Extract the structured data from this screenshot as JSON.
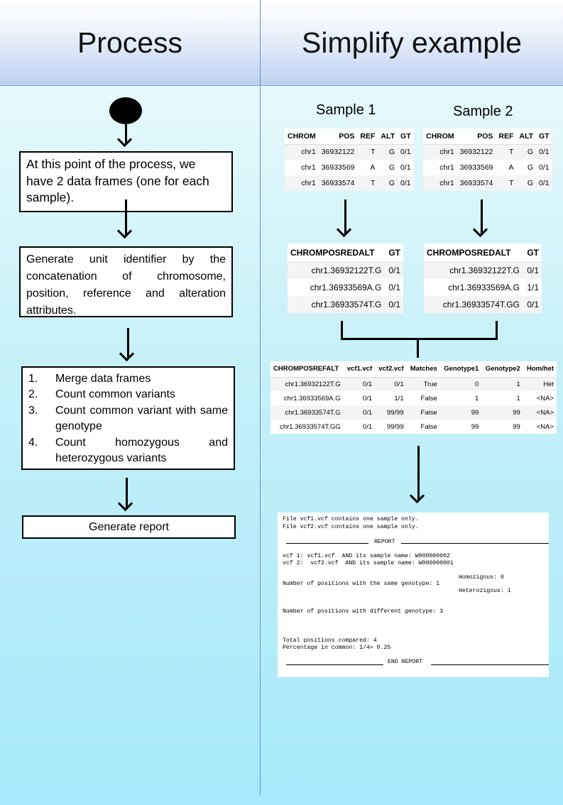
{
  "headers": {
    "left": "Process",
    "right": "Simplify example"
  },
  "process": {
    "step1": "At this point of the process, we have 2 data frames (one for each sample).",
    "step2": "Generate unit identifier by the concatenation of chromosome, position, reference and alteration attributes.",
    "step3": [
      {
        "num": "1.",
        "text": "Merge data frames"
      },
      {
        "num": "2.",
        "text": "Count common variants"
      },
      {
        "num": "3.",
        "text": "Count common variant with same genotype"
      },
      {
        "num": "4.",
        "text": "Count homozygous and heterozygous variants"
      }
    ],
    "step4": "Generate report"
  },
  "samples": {
    "sample1_label": "Sample 1",
    "sample2_label": "Sample 2",
    "raw_columns": [
      "CHROM",
      "POS",
      "REF",
      "ALT",
      "GT"
    ],
    "sample1_raw": [
      [
        "chr1",
        "36932122",
        "T",
        "G",
        "0/1"
      ],
      [
        "chr1",
        "36933569",
        "A",
        "G",
        "0/1"
      ],
      [
        "chr1",
        "36933574",
        "T",
        "G",
        "0/1"
      ]
    ],
    "sample2_raw": [
      [
        "chr1",
        "36932122",
        "T",
        "G",
        "0/1"
      ],
      [
        "chr1",
        "36933569",
        "A",
        "G",
        "0/1"
      ],
      [
        "chr1",
        "36933574",
        "T",
        "G",
        "0/1"
      ]
    ],
    "id_columns": [
      "CHROMPOSREDALT",
      "GT"
    ],
    "sample1_ids": [
      [
        "chr1.36932122T.G",
        "0/1"
      ],
      [
        "chr1.36933569A.G",
        "0/1"
      ],
      [
        "chr1.36933574T.G",
        "0/1"
      ]
    ],
    "sample2_ids": [
      [
        "chr1.36932122T.G",
        "0/1"
      ],
      [
        "chr1.36933569A.G",
        "1/1"
      ],
      [
        "chr1.36933574T.GG",
        "0/1"
      ]
    ]
  },
  "merged": {
    "columns": [
      "CHROMPOSREFALT",
      "vcf1.vcf",
      "vcf2.vcf",
      "Matches",
      "Genotype1",
      "Genotype2",
      "Hom/het"
    ],
    "rows": [
      [
        "chr1.36932122T.G",
        "0/1",
        "0/1",
        "True",
        "0",
        "1",
        "Het"
      ],
      [
        "chr1.36933569A.G",
        "0/1",
        "1/1",
        "False",
        "1",
        "1",
        "<NA>"
      ],
      [
        "chr1.36933574T.G",
        "0/1",
        "99/99",
        "False",
        "99",
        "99",
        "<NA>"
      ],
      [
        "chr1.36933574T.GG",
        "0/1",
        "99/99",
        "False",
        "99",
        "99",
        "<NA>"
      ]
    ]
  },
  "report": {
    "line1": "File vcf1.vcf contains one sample only.",
    "line2": "File vcf2.vcf contains one sample only.",
    "title": "REPORT",
    "vcf1": "vcf 1: vcf1.vcf  AND its sample name: W000000002",
    "vcf2": "vcf 2:  vcf2.vcf  AND its sample name: W000000001",
    "homozigous": "Homozigous: 0",
    "same_genotype": "Number of positions with the same genotype: 1",
    "heterozigous": "Heterozigous: 1",
    "different_genotype": "Number of positions with different genotype: 3",
    "total": "Total positions compared: 4",
    "percentage": "Percentage in common: 1/4= 0.25",
    "end": "END REPORT"
  }
}
